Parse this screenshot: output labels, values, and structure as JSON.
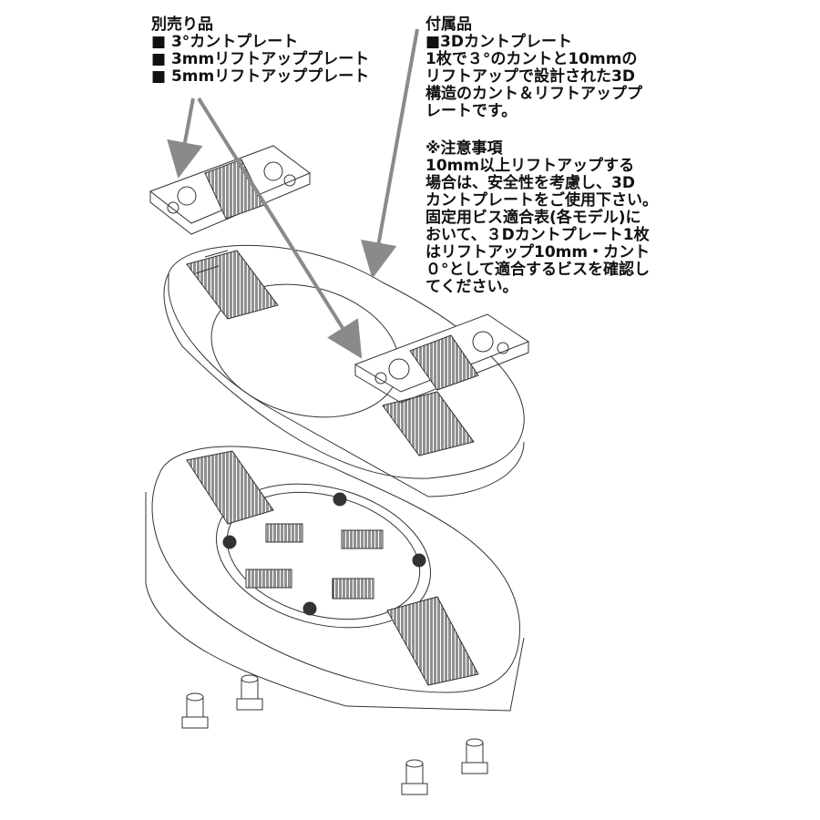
{
  "separately_sold": {
    "heading": "別売り品",
    "items": [
      "■ 3°カントプレート",
      "■ 3mmリフトアッププレート",
      "■ 5mmリフトアッププレート"
    ]
  },
  "included": {
    "heading": "付属品",
    "item": "■3Dカントプレート",
    "description": [
      "1枚で３°のカントと10mmの",
      "リフトアップで設計された3D",
      "構造のカント＆リフトアッププ",
      "レートです。"
    ]
  },
  "notice": {
    "heading": "※注意事項",
    "lines": [
      "10mm以上リフトアップする",
      "場合は、安全性を考慮し、3D",
      "カントプレートをご使用下さい。",
      "固定用ビス適合表(各モデル)に",
      "おいて、３Dカントプレート1枚",
      "はリフトアップ10mm・カント",
      "０°として適合するビスを確認し",
      "てください。"
    ]
  },
  "colors": {
    "arrow": "#8a8a8a",
    "line": "#333333",
    "hatch": "#222222"
  }
}
